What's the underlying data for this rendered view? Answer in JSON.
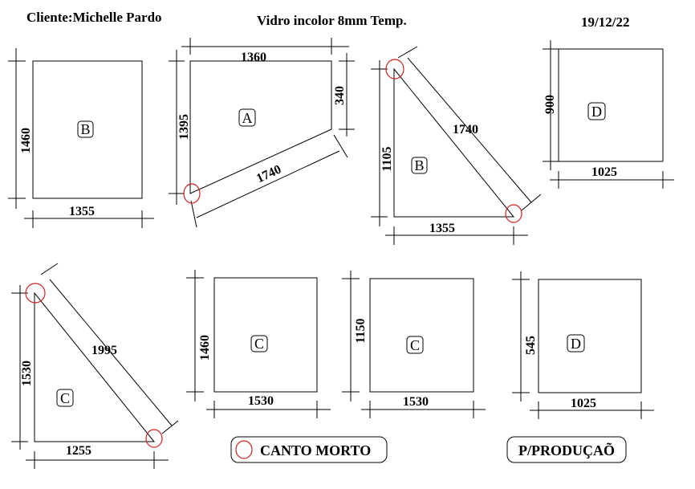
{
  "header": {
    "client": "Cliente:Michelle Pardo",
    "material": "Vidro incolor 8mm Temp.",
    "date": "19/12/22"
  },
  "pieces": [
    {
      "label": "B",
      "width": "1355",
      "height": "1460"
    },
    {
      "label": "A",
      "top": "1360",
      "right": "340",
      "left": "1395",
      "diagonal": "1740"
    },
    {
      "label": "B",
      "height": "1105",
      "base": "1355",
      "diagonal": "1740"
    },
    {
      "label": "D",
      "height": "900",
      "width": "1025"
    },
    {
      "label": "C",
      "height": "1530",
      "base": "1255",
      "diagonal": "1995"
    },
    {
      "label": "C",
      "height": "1460",
      "width": "1530"
    },
    {
      "label": "C",
      "height": "1150",
      "width": "1530"
    },
    {
      "label": "D",
      "height": "545",
      "width": "1025"
    }
  ],
  "legend": {
    "canto_morto": "CANTO MORTO",
    "producao": "P/PRODUÇAÕ",
    "marker_color": "#cc2222"
  }
}
